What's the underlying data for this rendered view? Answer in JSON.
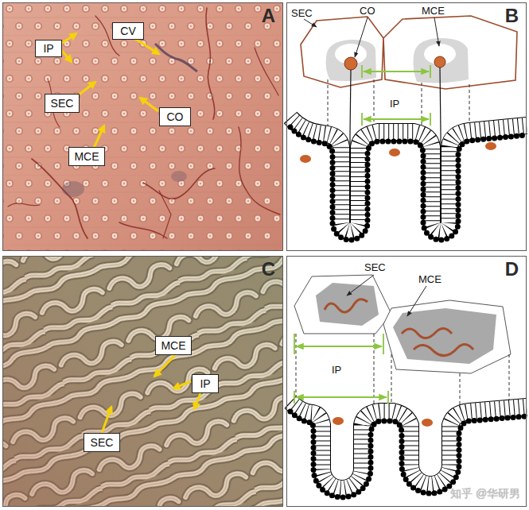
{
  "diagram": {
    "nodes": [
      {
        "text": [
          "A"
        ]
      },
      {
        "text": [
          "CV"
        ],
        "in": 0
      },
      {
        "text": [
          "IP"
        ],
        "in": 0
      },
      {
        "text": [
          "SEC"
        ],
        "in": 0
      },
      {
        "text": [
          "CO"
        ],
        "in": 0
      },
      {
        "text": [
          "MCE"
        ],
        "in": 0
      },
      {
        "text": [
          "B"
        ]
      },
      {
        "text": [
          "C"
        ]
      },
      {
        "text": [
          "MCE"
        ],
        "in": 7
      },
      {
        "text": [
          "IP"
        ],
        "in": 7
      },
      {
        "text": [
          "SEC"
        ],
        "in": 7
      },
      {
        "text": [
          "D"
        ]
      }
    ],
    "labels": [
      "SEC",
      "CO",
      "MCE",
      "IP",
      "SEC",
      "MCE",
      "IP",
      "知乎 @华研男"
    ]
  }
}
